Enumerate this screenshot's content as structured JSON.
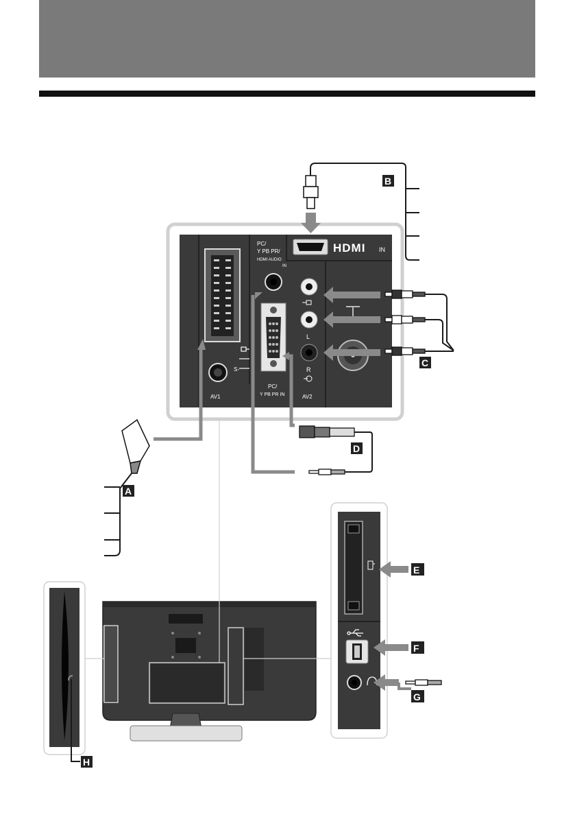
{
  "header": {
    "band_color": "#7a7a7a",
    "rule_color": "#111111"
  },
  "panel_labels": {
    "hdmi_logo": "HDMI",
    "hdmi_in": "IN",
    "pc_audio_1": "PC/",
    "pc_audio_2": "Y PB PR/",
    "pc_audio_3": "HDMI AUDIO",
    "pc_audio_4": "IN",
    "pc_in_1": "PC/",
    "pc_in_2": "Y PB PR IN",
    "av1": "AV1",
    "av2": "AV2",
    "audio_l": "L",
    "audio_r": "R",
    "s_video": "S-"
  },
  "callouts": {
    "a": "A",
    "b": "B",
    "c": "C",
    "d": "D",
    "e": "E",
    "f": "F",
    "g": "G",
    "h": "H"
  },
  "colors": {
    "dark_panel": "#3c3c3c",
    "frame": "#d0d0d0",
    "arrow": "#8a8a8a",
    "line": "#1a1a1a"
  }
}
